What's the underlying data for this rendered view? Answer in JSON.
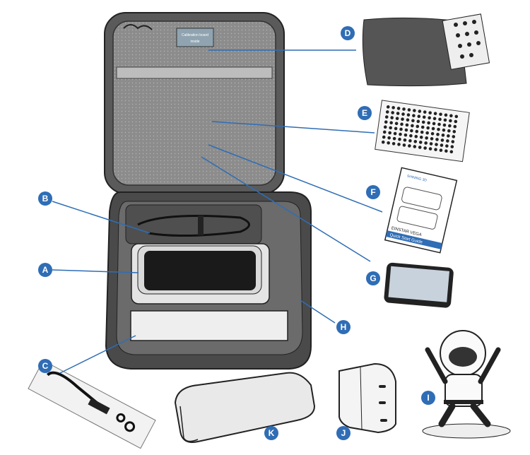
{
  "case": {
    "lid_tag": [
      "Calibration board",
      "inside"
    ]
  },
  "manual": {
    "brand": "SHINING 3D",
    "product": "EINSTAR VEGA",
    "subtitle": "Quick Start Guide"
  },
  "callouts": [
    {
      "id": "A",
      "label": "A"
    },
    {
      "id": "B",
      "label": "B"
    },
    {
      "id": "C",
      "label": "C"
    },
    {
      "id": "D",
      "label": "D"
    },
    {
      "id": "E",
      "label": "E"
    },
    {
      "id": "F",
      "label": "F"
    },
    {
      "id": "G",
      "label": "G"
    },
    {
      "id": "H",
      "label": "H"
    },
    {
      "id": "I",
      "label": "I"
    },
    {
      "id": "J",
      "label": "J"
    },
    {
      "id": "K",
      "label": "K"
    }
  ],
  "colors": {
    "callout": "#2f6db5",
    "line": "#2f6db5",
    "case": "#555555",
    "mesh": "#8c8c8c"
  }
}
